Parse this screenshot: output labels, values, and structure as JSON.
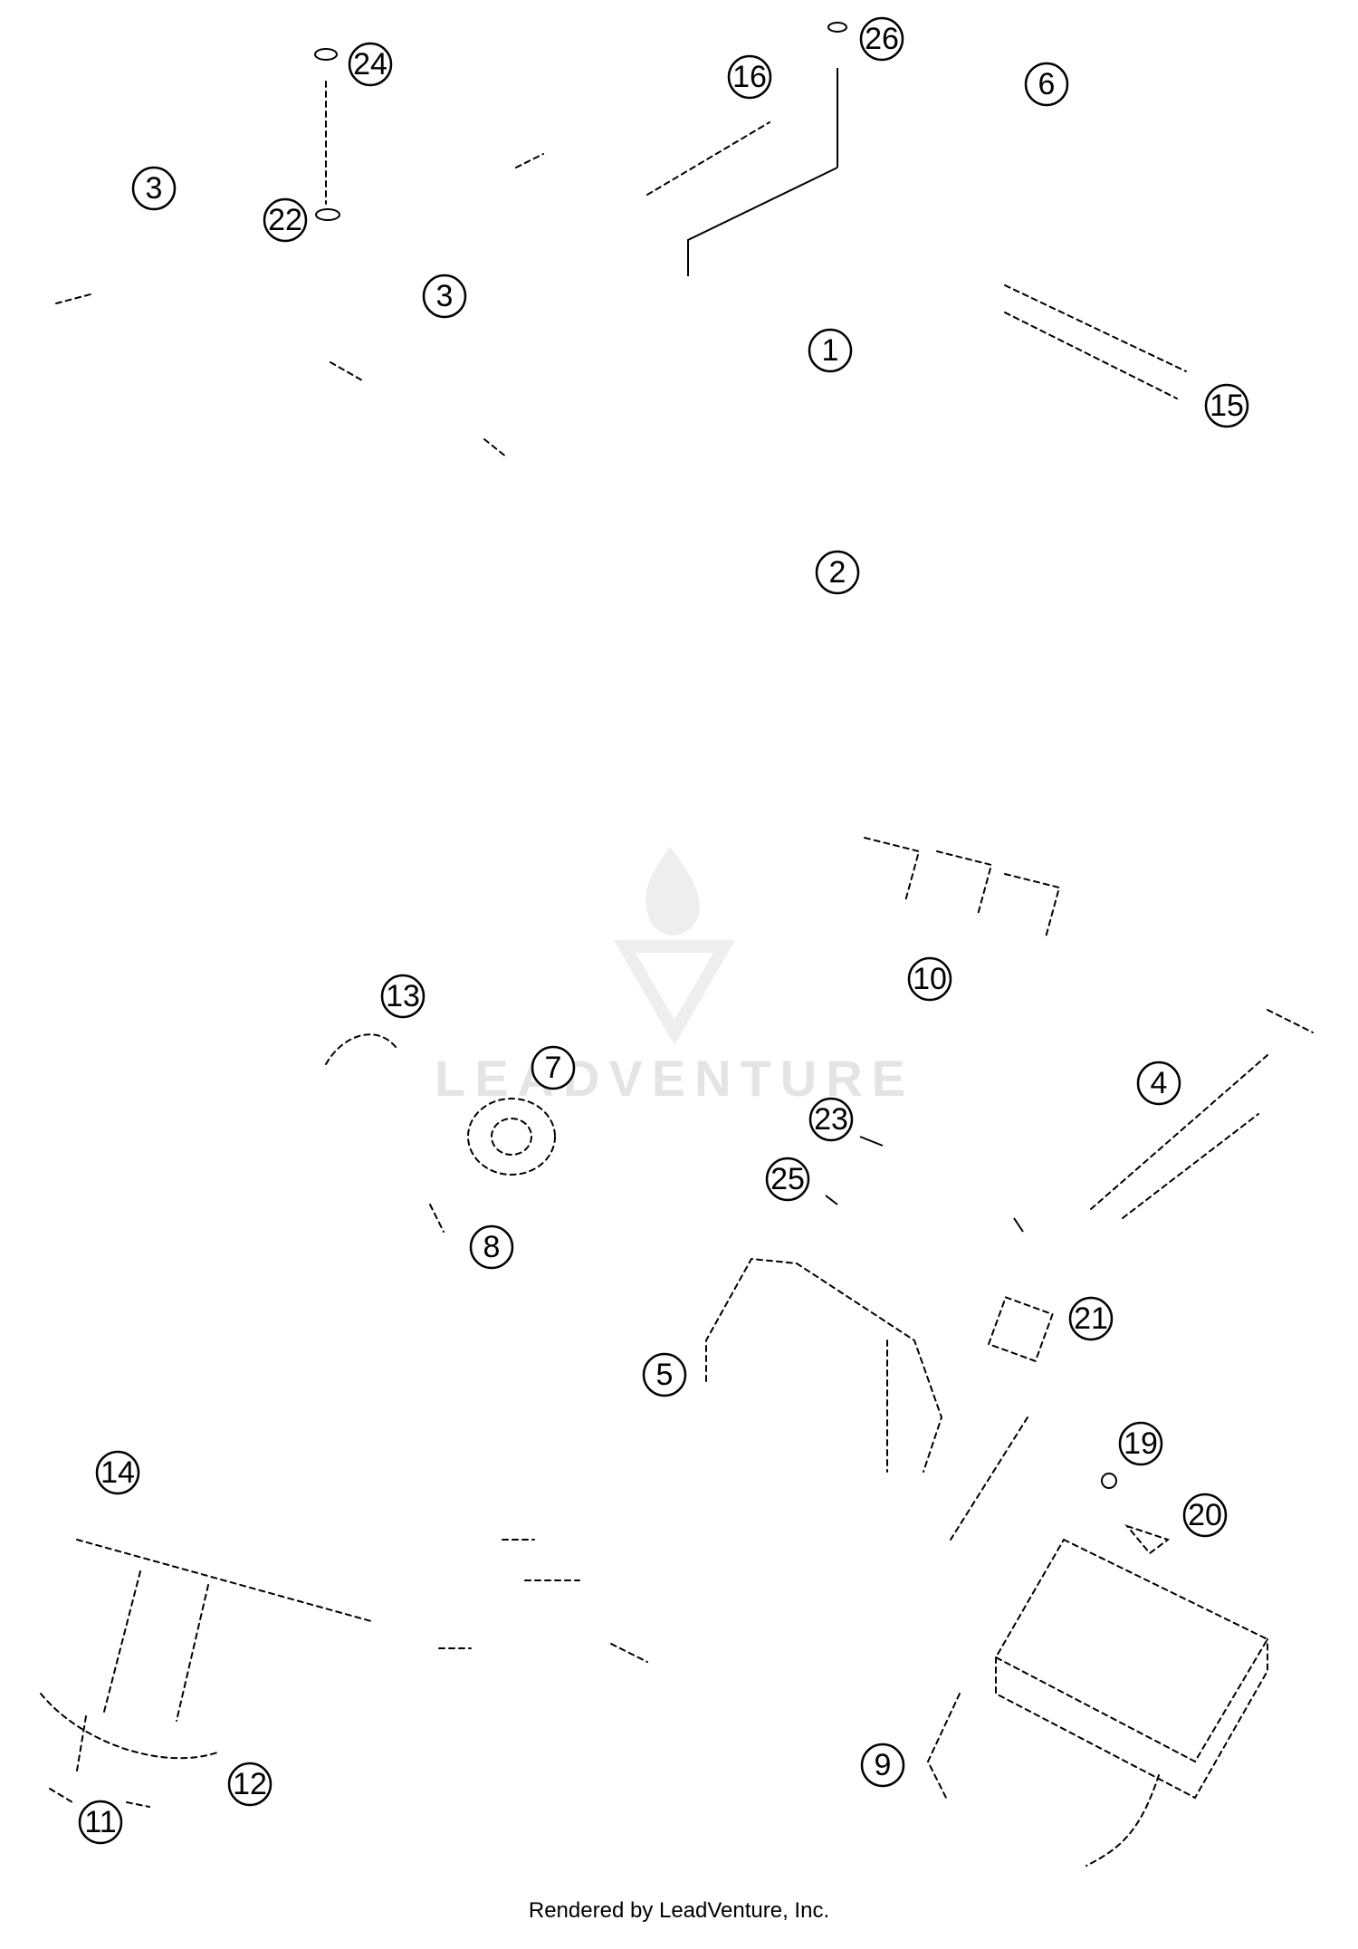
{
  "watermark": {
    "brand": "LEADVENTURE",
    "color": "#e4e4e4"
  },
  "footer": {
    "text": "Rendered by LeadVenture, Inc."
  },
  "callouts": [
    {
      "id": "24",
      "label": "24"
    },
    {
      "id": "26",
      "label": "26"
    },
    {
      "id": "16",
      "label": "16"
    },
    {
      "id": "6",
      "label": "6"
    },
    {
      "id": "3a",
      "label": "3"
    },
    {
      "id": "22",
      "label": "22"
    },
    {
      "id": "3b",
      "label": "3"
    },
    {
      "id": "1",
      "label": "1"
    },
    {
      "id": "15",
      "label": "15"
    },
    {
      "id": "2",
      "label": "2"
    },
    {
      "id": "10",
      "label": "10"
    },
    {
      "id": "13",
      "label": "13"
    },
    {
      "id": "7",
      "label": "7"
    },
    {
      "id": "4",
      "label": "4"
    },
    {
      "id": "23",
      "label": "23"
    },
    {
      "id": "25",
      "label": "25"
    },
    {
      "id": "8",
      "label": "8"
    },
    {
      "id": "21",
      "label": "21"
    },
    {
      "id": "5",
      "label": "5"
    },
    {
      "id": "19",
      "label": "19"
    },
    {
      "id": "14",
      "label": "14"
    },
    {
      "id": "20",
      "label": "20"
    },
    {
      "id": "12",
      "label": "12"
    },
    {
      "id": "9",
      "label": "9"
    },
    {
      "id": "11",
      "label": "11"
    }
  ]
}
